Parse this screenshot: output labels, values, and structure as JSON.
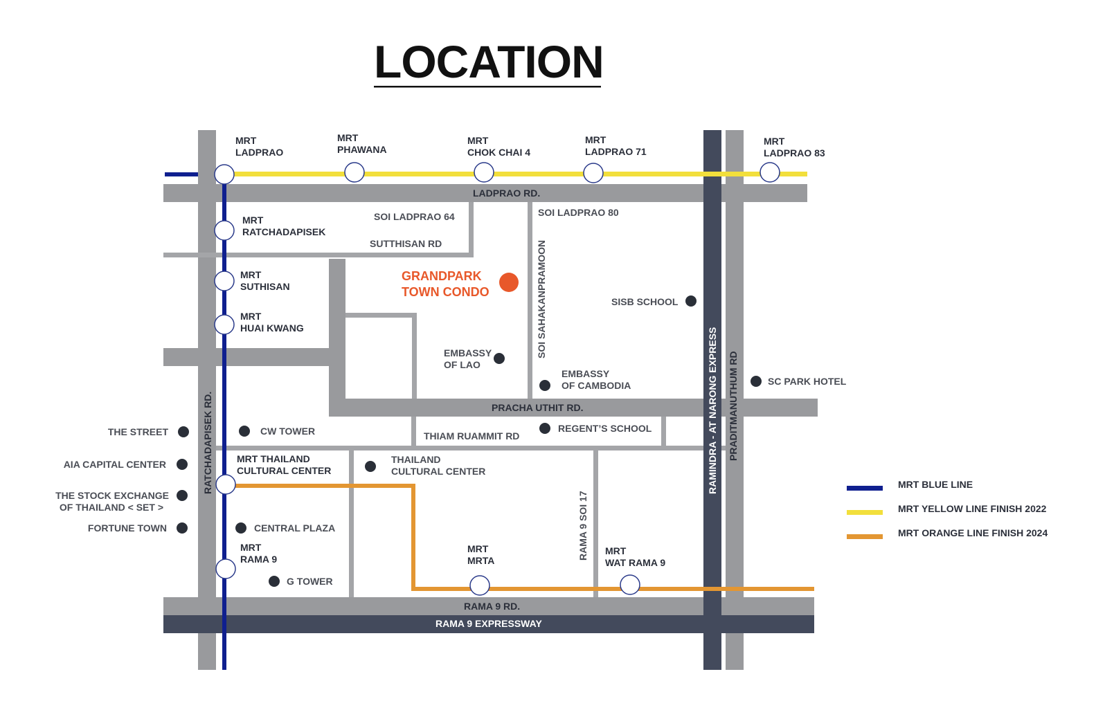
{
  "title": "LOCATION",
  "colors": {
    "road": "#999a9d",
    "expressway": "#434a5c",
    "blue_line": "#0f1f8f",
    "yellow_line": "#f2df3c",
    "orange_line": "#e39632",
    "highlight": "#e8582a",
    "poi": "#2a2f38"
  },
  "roads": {
    "ladprao": "LADPRAO RD.",
    "rama9": "RAMA 9 RD.",
    "rama9_expressway": "RAMA 9 EXPRESSWAY",
    "ratchadapisek": "RATCHADAPISEK RD.",
    "ramindra": "RAMINDRA - AT NARONG EXPRESS",
    "praditmanuthum": "PRADITMANUTHUM RD",
    "pracha_uthit": "PRACHA UTHIT RD.",
    "thiam_ruammit": "THIAM RUAMMIT RD",
    "soi_ladprao64": "SOI LADPRAO 64",
    "soi_ladprao80": "SOI LADPRAO 80",
    "sutthisan": "SUTTHISAN RD",
    "soi_sahakanpramoon": "SOI SAHAKANPRAMOON",
    "rama9_soi17": "RAMA 9 SOI 17"
  },
  "stations": {
    "ladprao": [
      "MRT",
      "LADPRAO"
    ],
    "phawana": [
      "MRT",
      "PHAWANA"
    ],
    "chokchai4": [
      "MRT",
      "CHOK CHAI 4"
    ],
    "ladprao71": [
      "MRT",
      "LADPRAO 71"
    ],
    "ladprao83": [
      "MRT",
      "LADPRAO 83"
    ],
    "ratchadapisek": [
      "MRT",
      "RATCHADAPISEK"
    ],
    "suthisan": [
      "MRT",
      "SUTHISAN"
    ],
    "huaikwang": [
      "MRT",
      "HUAI KWANG"
    ],
    "thailand_cc": [
      "MRT THAILAND",
      "CULTURAL CENTER"
    ],
    "rama9": [
      "MRT",
      "RAMA 9"
    ],
    "mrta": [
      "MRT",
      "MRTA"
    ],
    "watrama9": [
      "MRT",
      "WAT RAMA 9"
    ]
  },
  "project": [
    "GRANDPARK",
    "TOWN CONDO"
  ],
  "pois": {
    "sisb": "SISB  SCHOOL",
    "embassy_lao": [
      "EMBASSY",
      "OF LAO"
    ],
    "embassy_cambodia": [
      "EMBASSY",
      "OF CAMBODIA"
    ],
    "sc_park": "SC PARK HOTEL",
    "cw_tower": "CW TOWER",
    "regents": "REGENT’S SCHOOL",
    "thailand_cc": [
      "THAILAND",
      "CULTURAL CENTER"
    ],
    "central_plaza": "CENTRAL PLAZA",
    "g_tower": "G TOWER",
    "the_street": "THE STREET",
    "aia": "AIA CAPITAL CENTER",
    "set": [
      "THE STOCK EXCHANGE",
      "OF THAILAND < SET >"
    ],
    "fortune": "FORTUNE TOWN"
  },
  "legend": {
    "blue": "MRT BLUE LINE",
    "yellow": "MRT YELLOW LINE  FINISH 2022",
    "orange": "MRT ORANGE LINE FINISH  2024"
  }
}
